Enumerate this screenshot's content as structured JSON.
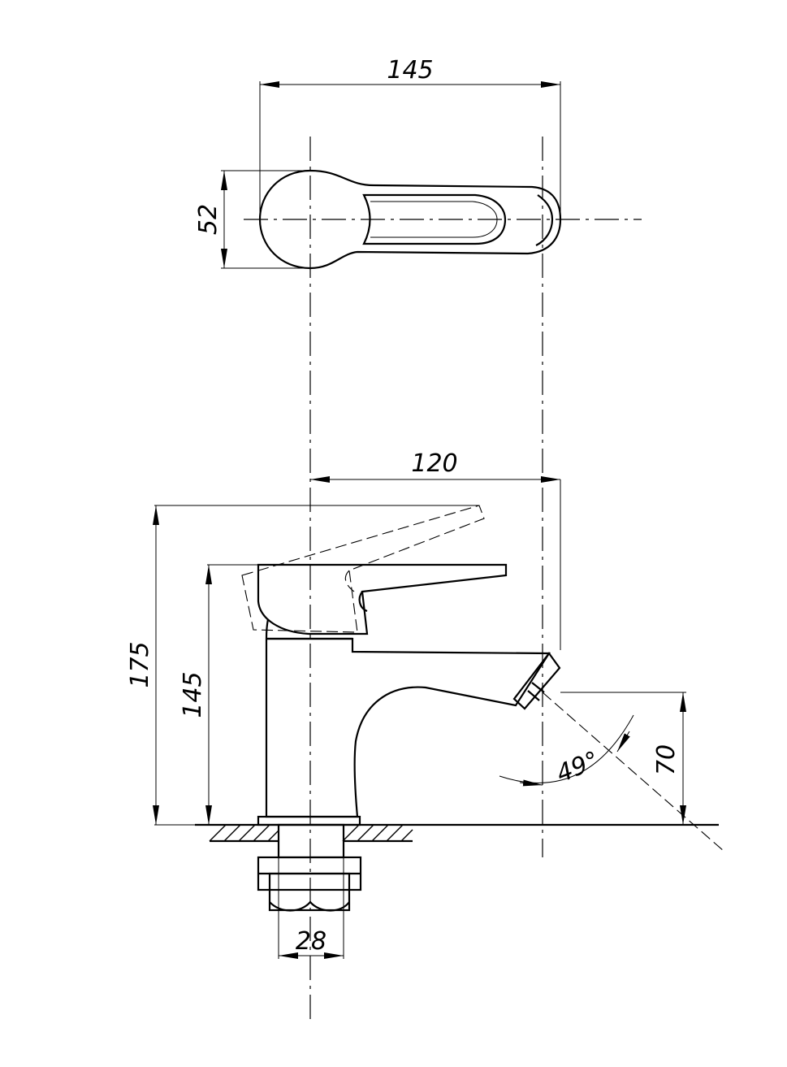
{
  "drawing": {
    "dimensions": {
      "top_width": "145",
      "top_height": "52",
      "spout_reach": "120",
      "total_height": "175",
      "lever_height": "145",
      "spout_height": "70",
      "thread_diameter": "28",
      "spout_angle": "49°"
    }
  }
}
